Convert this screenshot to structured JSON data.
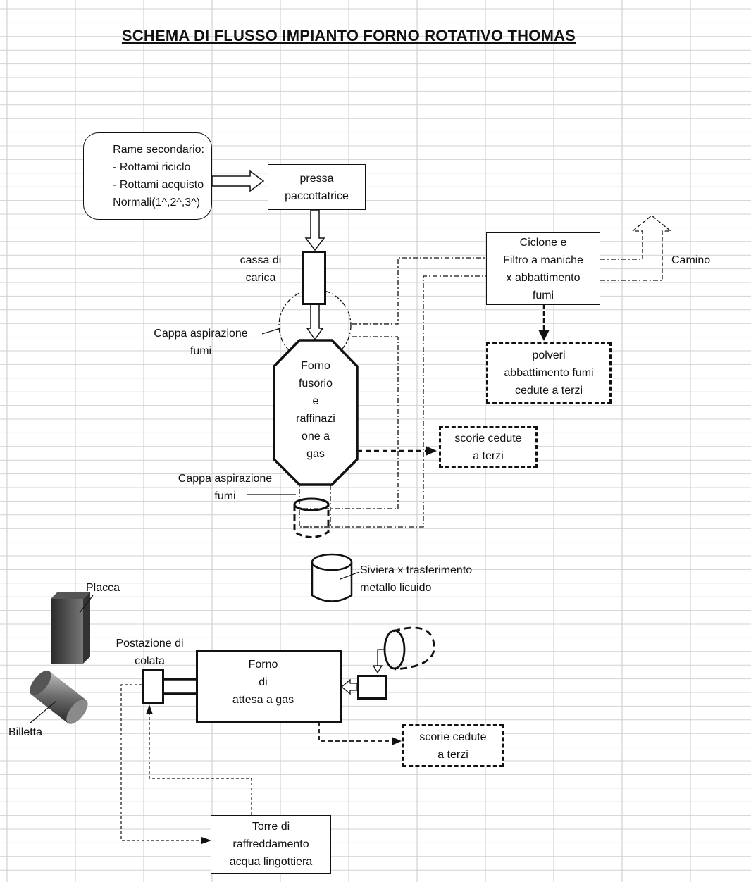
{
  "title": "SCHEMA DI FLUSSO IMPIANTO FORNO  ROTATIVO  THOMAS",
  "nodes": {
    "rame": "Rame secondario:\n- Rottami riciclo\n- Rottami acquisto\nNormali(1^,2^,3^)",
    "pressa": "pressa\npaccottatrice",
    "cassa": "cassa di\ncarica",
    "ciclone": "Ciclone e\nFiltro a maniche\nx abbattimento\nfumi",
    "camino": "Camino",
    "polveri": "polveri\nabbattimento fumi\ncedute a terzi",
    "cappa1": "Cappa aspirazione\nfumi",
    "forno_fusorio": "Forno\nfusorio\ne\nraffinazi\none a\ngas",
    "scorie1": "scorie cedute\na terzi",
    "cappa2": "Cappa aspirazione\nfumi",
    "siviera": "Siviera x trasferimento\nmetallo licuido",
    "placca": "Placca",
    "postazione": "Postazione di\ncolata",
    "forno_attesa": "Forno\ndi\nattesa a gas",
    "billetta": "Billetta",
    "scorie2": "scorie cedute\na terzi",
    "torre": "Torre di\nraffreddamento\nacqua lingottiera"
  }
}
